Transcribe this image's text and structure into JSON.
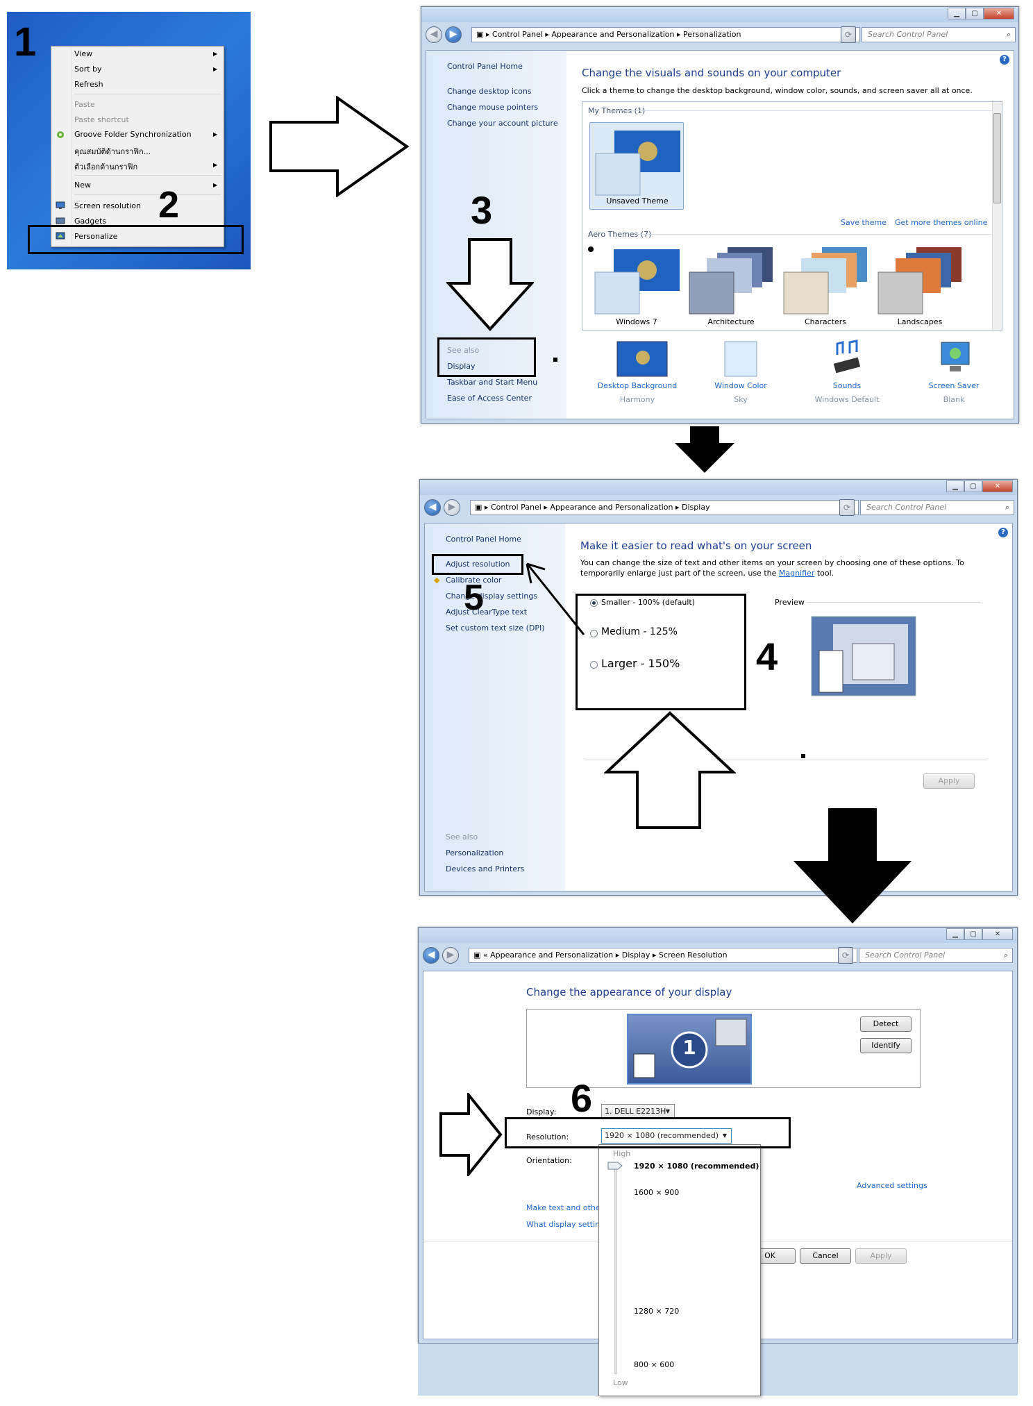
{
  "steps": {
    "s1": "1",
    "s2": "2",
    "s3": "3",
    "s4": "4",
    "s5": "5",
    "s6": "6"
  },
  "context_menu": {
    "items": [
      {
        "label": "View",
        "submenu": true
      },
      {
        "label": "Sort by",
        "submenu": true
      },
      {
        "label": "Refresh"
      },
      {
        "label": "Paste",
        "disabled": true
      },
      {
        "label": "Paste shortcut",
        "disabled": true
      },
      {
        "label": "Groove Folder Synchronization",
        "submenu": true
      },
      {
        "label": "คุณสมบัติด้านกราฟิก..."
      },
      {
        "label": "ตัวเลือกด้านกราฟิก",
        "submenu": true
      },
      {
        "label": "New",
        "submenu": true
      },
      {
        "label": "Screen resolution"
      },
      {
        "label": "Gadgets"
      },
      {
        "label": "Personalize"
      }
    ]
  },
  "personalization": {
    "breadcrumb": [
      "Control Panel",
      "Appearance and Personalization",
      "Personalization"
    ],
    "search_placeholder": "Search Control Panel",
    "sidebar": [
      "Control Panel Home",
      "Change desktop icons",
      "Change mouse pointers",
      "Change your account picture"
    ],
    "see_also_label": "See also",
    "see_also": [
      "Display",
      "Taskbar and Start Menu",
      "Ease of Access Center"
    ],
    "title": "Change the visuals and sounds on your computer",
    "subtitle": "Click a theme to change the desktop background, window color, sounds, and screen saver all at once.",
    "my_themes_label": "My Themes (1)",
    "unsaved_theme": "Unsaved Theme",
    "save_theme": "Save theme",
    "get_more": "Get more themes online",
    "aero_label": "Aero Themes (7)",
    "aero_themes": [
      "Windows 7",
      "Architecture",
      "Characters",
      "Landscapes"
    ],
    "bottom": [
      {
        "label": "Desktop Background",
        "value": "Harmony"
      },
      {
        "label": "Window Color",
        "value": "Sky"
      },
      {
        "label": "Sounds",
        "value": "Windows Default"
      },
      {
        "label": "Screen Saver",
        "value": "Blank"
      }
    ]
  },
  "display": {
    "breadcrumb": [
      "Control Panel",
      "Appearance and Personalization",
      "Display"
    ],
    "search_placeholder": "Search Control Panel",
    "sidebar": [
      "Control Panel Home",
      "Adjust resolution",
      "Calibrate color",
      "Change display settings",
      "Adjust ClearType text",
      "Set custom text size (DPI)"
    ],
    "see_also_label": "See also",
    "see_also": [
      "Personalization",
      "Devices and Printers"
    ],
    "title": "Make it easier to read what's on your screen",
    "desc1": "You can change the size of text and other items on your screen by choosing one of these options. To",
    "desc2_pre": "temporarily enlarge just part of the screen, use the",
    "desc2_link": "Magnifier",
    "desc2_post": "tool.",
    "options": [
      "Smaller - 100% (default)",
      "Medium - 125%",
      "Larger - 150%"
    ],
    "preview_label": "Preview",
    "apply": "Apply"
  },
  "resolution": {
    "breadcrumb": [
      "Appearance and Personalization",
      "Display",
      "Screen Resolution"
    ],
    "search_placeholder": "Search Control Panel",
    "title": "Change the appearance of your display",
    "monitor_number": "1",
    "detect": "Detect",
    "identify": "Identify",
    "display_label": "Display:",
    "display_value": "1. DELL E2213H",
    "resolution_label": "Resolution:",
    "resolution_value": "1920 × 1080 (recommended)",
    "orientation_label": "Orientation:",
    "advanced": "Advanced settings",
    "link1": "Make text and other",
    "link2": "What display setting",
    "ok": "OK",
    "cancel": "Cancel",
    "apply": "Apply",
    "dropdown": {
      "high": "High",
      "low": "Low",
      "options": [
        "1920 × 1080 (recommended)",
        "1600 × 900",
        "1280 × 720",
        "800 × 600"
      ],
      "selected": 0
    }
  }
}
